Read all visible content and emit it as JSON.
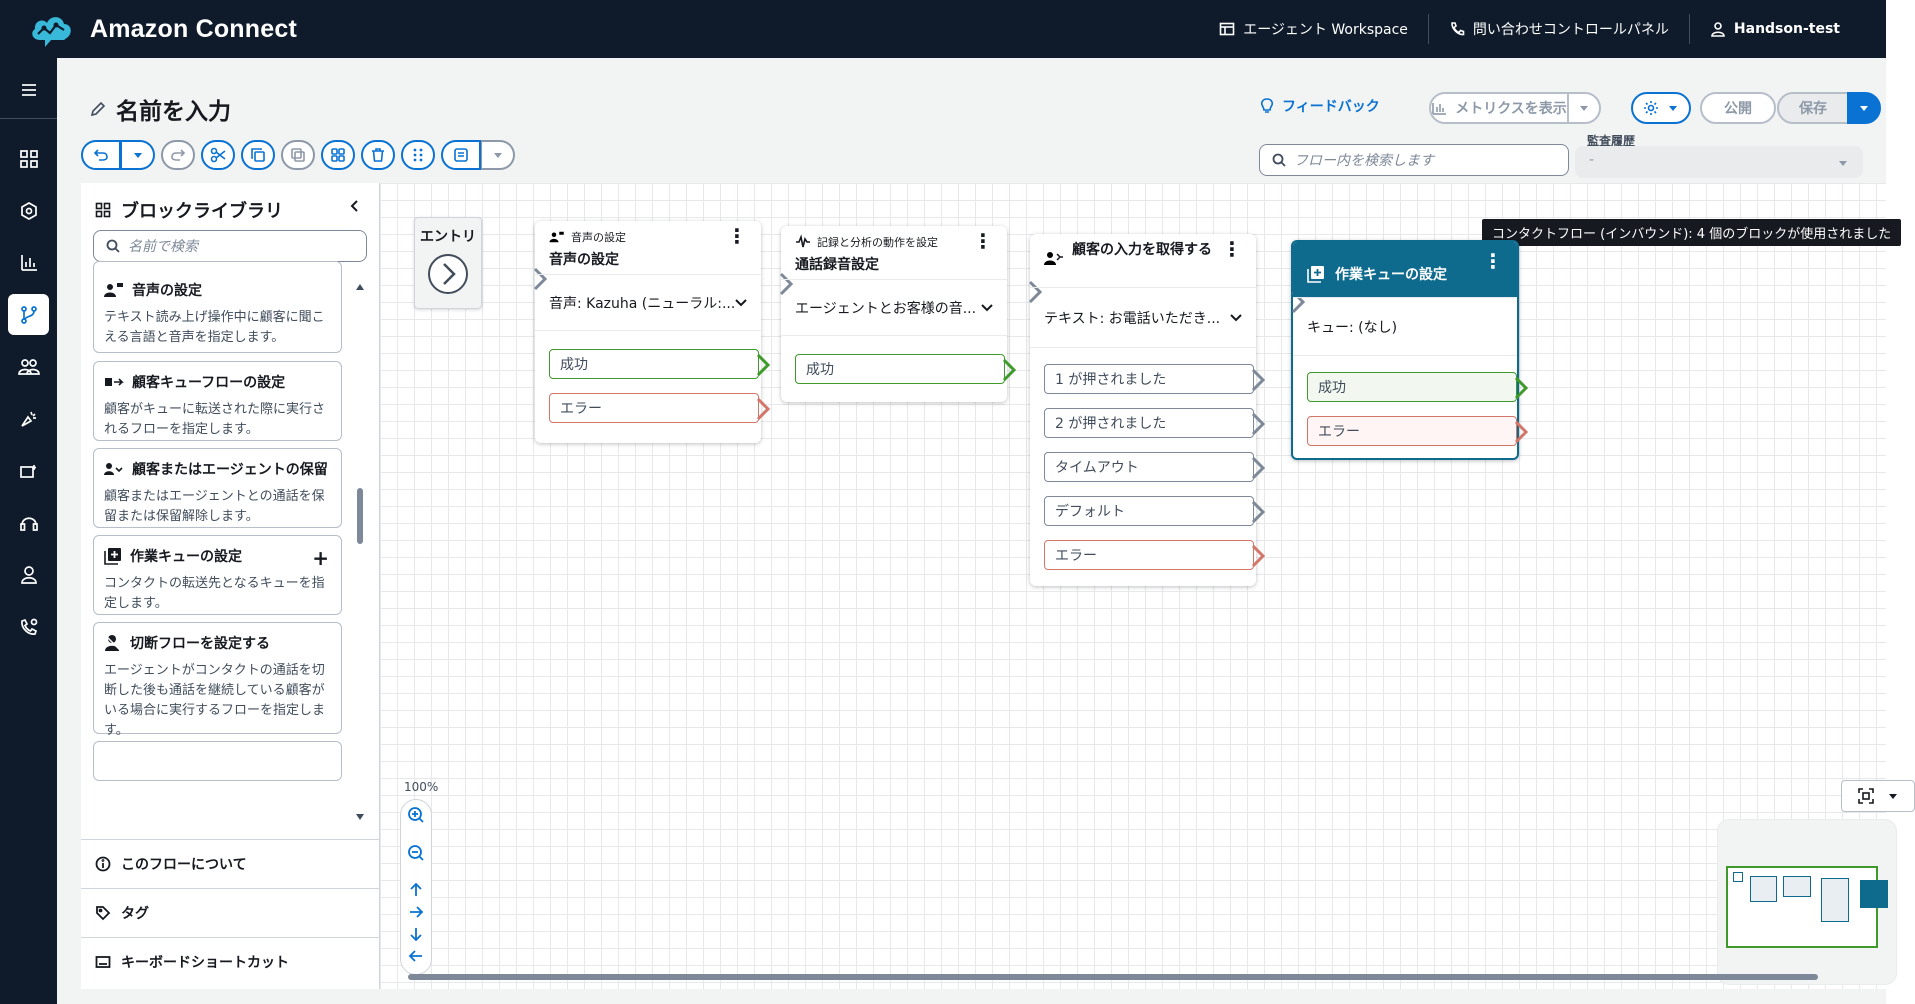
{
  "header": {
    "app_title": "Amazon Connect",
    "links": [
      {
        "label": "エージェント Workspace",
        "icon": "workspace-icon"
      },
      {
        "label": "問い合わせコントロールパネル",
        "icon": "phone-icon"
      },
      {
        "label": "Handson-test",
        "icon": "user-icon"
      }
    ]
  },
  "sidenav": {
    "items": [
      "menu-icon",
      "dashboard-icon",
      "routing-icon",
      "analytics-icon",
      "flows-icon",
      "users-icon",
      "channels-icon",
      "queues-icon",
      "agent-icon",
      "profile-icon",
      "phone-numbers-icon"
    ],
    "active_index": 4
  },
  "page": {
    "title": "名前を入力",
    "feedback_label": "フィードバック",
    "metrics_label": "メトリクスを表示",
    "publish_label": "公開",
    "save_label": "保存",
    "search_placeholder": "フロー内を検索します",
    "audit_label": "監査履歴",
    "audit_value": "-"
  },
  "library": {
    "title": "ブロックライブラリ",
    "search_placeholder": "名前で検索",
    "items": [
      {
        "name": "音声の設定",
        "desc": "テキスト読み上げ操作中に顧客に聞こえる言語と音声を指定します。",
        "icon": "voice-settings-icon"
      },
      {
        "name": "顧客キューフローの設定",
        "desc": "顧客がキューに転送された際に実行されるフローを指定します。",
        "icon": "customer-queue-flow-icon"
      },
      {
        "name": "顧客またはエージェントの保留",
        "desc": "顧客またはエージェントとの通話を保留または保留解除します。",
        "icon": "hold-icon"
      },
      {
        "name": "作業キューの設定",
        "desc": "コンタクトの転送先となるキューを指定します。",
        "icon": "working-queue-icon"
      },
      {
        "name": "切断フローを設定する",
        "desc": "エージェントがコンタクトの通話を切断した後も通話を継続している顧客がいる場合に実行するフローを指定します。",
        "icon": "disconnect-flow-icon"
      }
    ],
    "footer": [
      {
        "label": "このフローについて",
        "icon": "info-icon"
      },
      {
        "label": "タグ",
        "icon": "tag-icon"
      },
      {
        "label": "キーボードショートカット",
        "icon": "keyboard-icon"
      }
    ]
  },
  "canvas": {
    "entry_label": "エントリ",
    "tooltip": "コンタクトフロー (インバウンド): 4 個のブロックが使用されました",
    "zoom_level": "100%",
    "blocks": [
      {
        "type": "音声の設定",
        "name": "音声の設定",
        "param": "音声: Kazuha (ニューラル:...",
        "branches": [
          "成功",
          "エラー"
        ]
      },
      {
        "type": "記録と分析の動作を設定",
        "name": "通話録音設定",
        "param": "エージェントとお客様の音...",
        "branches": [
          "成功"
        ]
      },
      {
        "type": "",
        "name": "顧客の入力を取得する",
        "param": "テキスト: お電話いただき...",
        "branches": [
          "1 が押されました",
          "2 が押されました",
          "タイムアウト",
          "デフォルト",
          "エラー"
        ]
      },
      {
        "type": "",
        "name": "作業キューの設定",
        "param": "キュー: (なし)",
        "branches": [
          "成功",
          "エラー"
        ]
      }
    ]
  },
  "colors": {
    "topbar": "#0f1b2a",
    "accent": "#0972d3",
    "queue_block": "#0f6b8e",
    "success": "#3e9a2a",
    "error": "#d3766a"
  }
}
